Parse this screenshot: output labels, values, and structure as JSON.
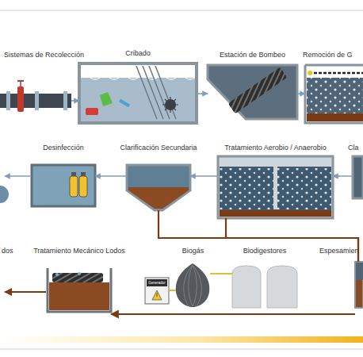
{
  "diagram": {
    "nodes": [
      {
        "text": [
          "Sistemas de Recolección"
        ]
      },
      {
        "text": [
          "Cribado"
        ]
      },
      {
        "text": [
          "Estación de Bombeo"
        ]
      },
      {
        "text": [
          "Remoción de G"
        ]
      },
      {
        "text": [
          "Desinfección"
        ]
      },
      {
        "text": [
          "Clarificación  Secundaria"
        ]
      },
      {
        "text": [
          "Tratamiento Aerobio / Anaerobio"
        ]
      },
      {
        "text": [
          "Cla"
        ]
      },
      {
        "text": [
          "Tratamiento Mecánico Lodos"
        ]
      },
      {
        "text": [
          "Biogás"
        ]
      },
      {
        "text": [
          "Generador"
        ]
      },
      {
        "text": [
          "Biodigestores"
        ]
      },
      {
        "text": [
          "Espesamien"
        ]
      }
    ],
    "edges": [
      {
        "from": 0,
        "to": 1,
        "arrow": "to"
      },
      {
        "from": 1,
        "to": 2,
        "arrow": "to"
      },
      {
        "from": 2,
        "to": 3,
        "arrow": "to"
      },
      {
        "from": 7,
        "to": 6,
        "arrow": "to"
      },
      {
        "from": 6,
        "to": 5,
        "arrow": "to"
      },
      {
        "from": 5,
        "to": 4,
        "arrow": "to"
      },
      {
        "from": 5,
        "to": 12,
        "arrow": "none"
      },
      {
        "from": 6,
        "to": 12,
        "arrow": "none"
      },
      {
        "from": 12,
        "to": 8,
        "arrow": "to"
      },
      {
        "from": 11,
        "to": 9,
        "arrow": "none"
      },
      {
        "from": 9,
        "to": 10,
        "arrow": "none"
      }
    ],
    "labels": [
      "dos"
    ]
  }
}
